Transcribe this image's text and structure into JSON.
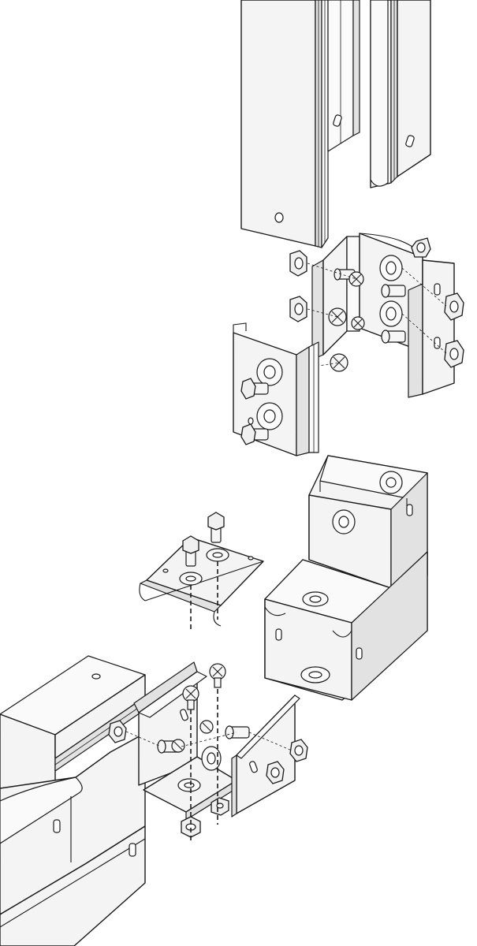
{
  "figure": {
    "type": "exploded-assembly-line-drawing",
    "subject": "",
    "components": [
      "vertical-channel",
      "vertical-coupler-set",
      "elbow-fitting",
      "mounting-bracket",
      "horizontal-channel",
      "horizontal-coupler-set"
    ],
    "colors": {
      "line": "#1a1a1a",
      "fill": "#f4f4f4",
      "background": "#ffffff"
    }
  }
}
